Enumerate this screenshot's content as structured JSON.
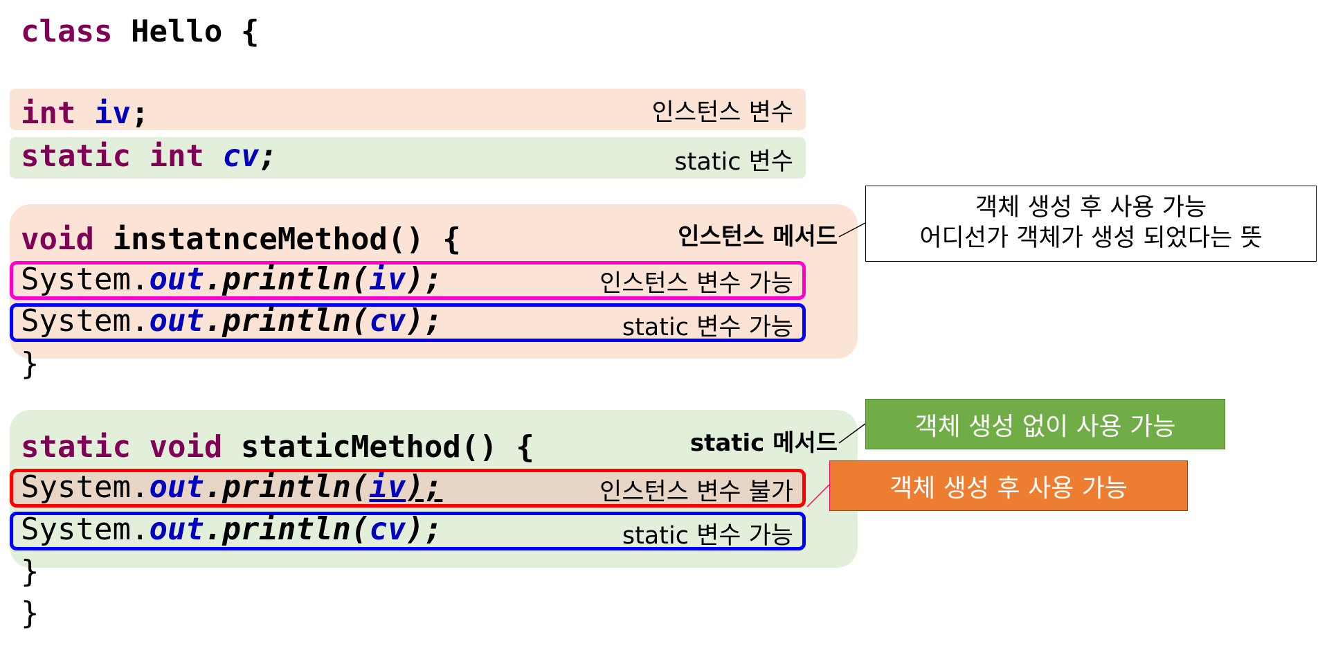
{
  "code": {
    "class_kw": "class",
    "class_name": "Hello",
    "open_brace": "{",
    "close_brace": "}",
    "int_kw": "int",
    "static_kw": "static",
    "void_kw": "void",
    "iv": "iv",
    "cv": "cv",
    "semicolon": ";",
    "instance_method_sig": "instatnceMethod() {",
    "static_method_sig": "staticMethod() {",
    "system": "System.",
    "out": "out",
    "println_open": ".println(",
    "println_close": ");"
  },
  "notes": {
    "instance_var": "인스턴스 변수",
    "static_var": "static 변수",
    "instance_var_ok": "인스턴스 변수 가능",
    "static_var_ok": "static 변수 가능",
    "instance_var_no": "인스턴스 변수 불가",
    "instance_method": "인스턴스 메서드",
    "static_method": "static 메서드"
  },
  "callouts": {
    "instance_line1": "객체 생성 후 사용 가능",
    "instance_line2": "어디선가 객체가 생성 되었다는 뜻",
    "static_usage": "객체 생성 없이 사용 가능",
    "error_usage": "객체 생성 후 사용 가능"
  },
  "colors": {
    "keyword": "#7f0055",
    "field": "#0000c0",
    "instance_bg": "#fbe3d6",
    "static_bg": "#e2efda",
    "magenta_border": "#ff00cc",
    "blue_border": "#0000ff",
    "red_border": "#ff0000",
    "green_callout": "#70ad47",
    "orange_callout": "#ed7d31"
  }
}
